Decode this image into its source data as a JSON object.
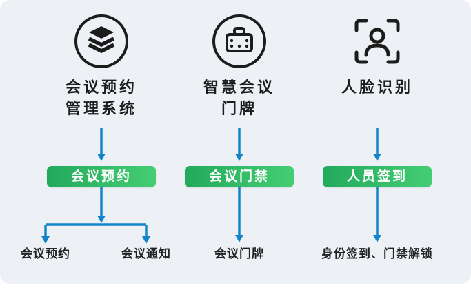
{
  "colors": {
    "background": "#edf1f5",
    "page": "#ffffff",
    "icon_dark": "#1c1c1c",
    "arrow_blue": "#1285ca",
    "pill_green_start": "#23a95c",
    "pill_green_end": "#45cd74",
    "pill_text": "#ffffff",
    "title_text": "#1d1d1d",
    "leaf_text": "#222222"
  },
  "columns": [
    {
      "icon": "layers-icon",
      "title_line1": "会议预约",
      "title_line2": "管理系统",
      "pill_label": "会议预约",
      "leaves": [
        "会议预约",
        "会议通知"
      ]
    },
    {
      "icon": "door-sign-icon",
      "title_line1": "智慧会议",
      "title_line2": "门牌",
      "pill_label": "会议门禁",
      "leaves": [
        "会议门牌"
      ]
    },
    {
      "icon": "face-recognition-icon",
      "title_line1": "人脸识别",
      "title_line2": "",
      "pill_label": "人员签到",
      "leaves": [
        "身份签到、门禁解锁"
      ]
    }
  ]
}
